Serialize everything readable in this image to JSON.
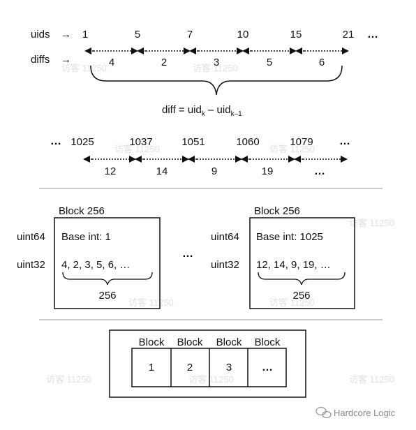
{
  "watermark": {
    "brand": "Hardcore Logic",
    "faint": "访客 11250"
  },
  "seq1": {
    "uids_label": "uids",
    "diffs_label": "diffs",
    "arrow": "→",
    "uids": [
      "1",
      "5",
      "7",
      "10",
      "15",
      "21"
    ],
    "diffs": [
      "4",
      "2",
      "3",
      "5",
      "6"
    ],
    "ellipsis": "…",
    "formula": {
      "lhs": "diff = uid",
      "sub_k": "k",
      "minus": " – uid",
      "sub_k1": "k–1"
    }
  },
  "seq2": {
    "lead_ellipsis": "…",
    "uids": [
      "1025",
      "1037",
      "1051",
      "1060",
      "1079"
    ],
    "tail_ellipsis": "…",
    "diffs": [
      "12",
      "14",
      "9",
      "19",
      "…"
    ]
  },
  "blocks": [
    {
      "title": "Block 256",
      "type64": "uint64",
      "type32": "uint32",
      "base": "Base int: 1",
      "values": "4, 2, 3, 5, 6, …",
      "count": "256"
    },
    {
      "title": "Block 256",
      "type64": "uint64",
      "type32": "uint32",
      "base": "Base int: 1025",
      "values": "12, 14, 9, 19, …",
      "count": "256"
    }
  ],
  "between_ellipsis": "…",
  "block_array": {
    "headers": [
      "Block",
      "Block",
      "Block",
      "Block"
    ],
    "cells": [
      "1",
      "2",
      "3",
      "…"
    ]
  }
}
